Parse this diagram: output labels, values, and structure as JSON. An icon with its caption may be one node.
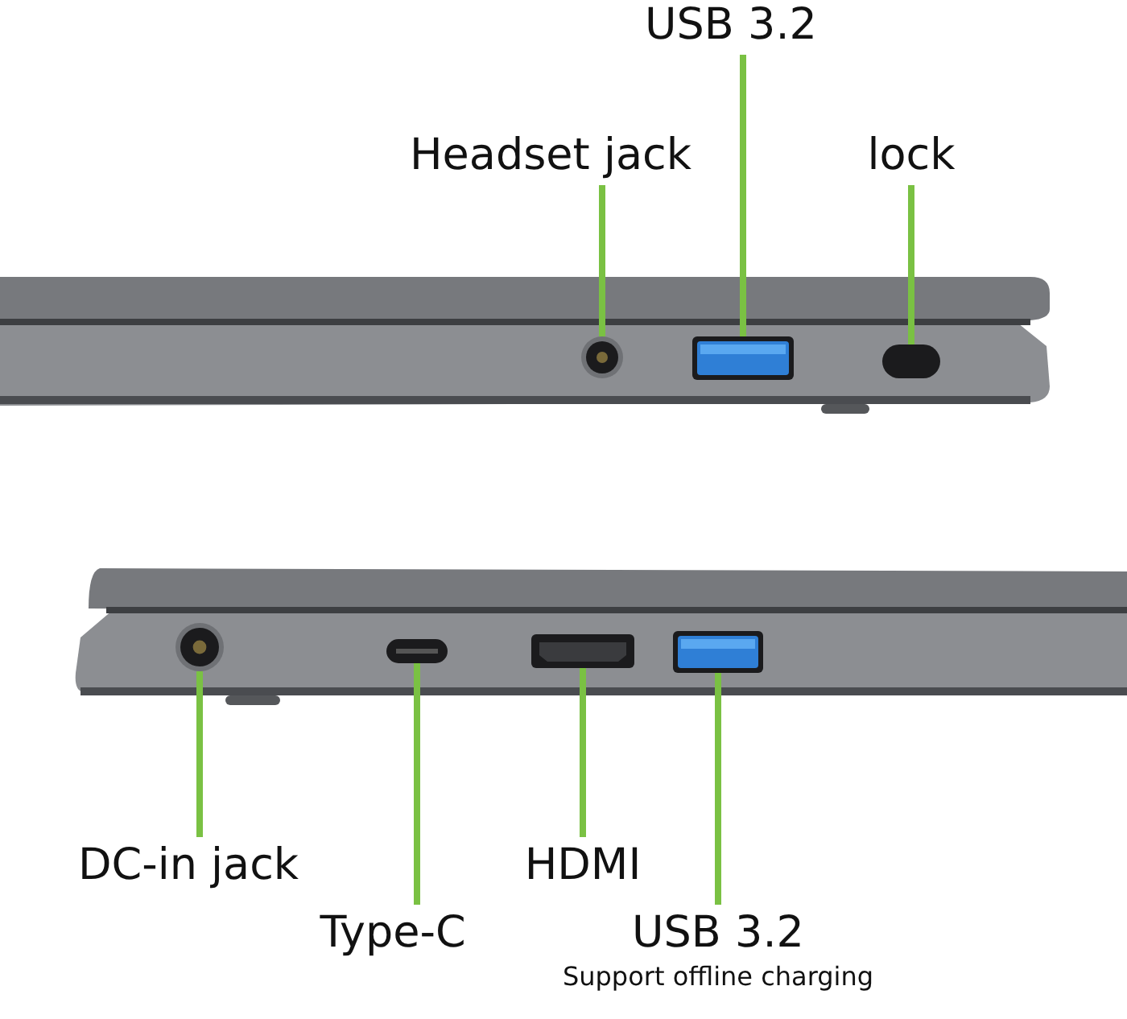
{
  "diagram": {
    "nodes": [
      {
        "text": [
          "USB 3.2"
        ]
      },
      {
        "text": [
          "Headset jack"
        ]
      },
      {
        "text": [
          "lock"
        ]
      },
      {
        "text": [],
        "shape": "circle"
      },
      {
        "text": [],
        "shape": "box"
      },
      {
        "text": [],
        "shape": "box"
      },
      {
        "text": [],
        "shape": "circle"
      },
      {
        "text": [],
        "shape": "box"
      },
      {
        "text": [],
        "shape": "box"
      },
      {
        "text": [],
        "shape": "box"
      },
      {
        "text": [
          "DC-in jack"
        ]
      },
      {
        "text": [
          "HDMI"
        ]
      },
      {
        "text": [
          "Type-C"
        ]
      },
      {
        "text": [
          "USB 3.2"
        ],
        "beside": [
          "Support offline charging"
        ]
      }
    ],
    "edges": [
      {
        "from": 1,
        "to": 3,
        "arrow": "none"
      },
      {
        "from": 0,
        "to": 4,
        "arrow": "none"
      },
      {
        "from": 2,
        "to": 5,
        "arrow": "none"
      },
      {
        "from": 10,
        "to": 6,
        "arrow": "none"
      },
      {
        "from": 12,
        "to": 7,
        "arrow": "none"
      },
      {
        "from": 11,
        "to": 8,
        "arrow": "none"
      },
      {
        "from": 13,
        "to": 9,
        "arrow": "none"
      }
    ]
  }
}
